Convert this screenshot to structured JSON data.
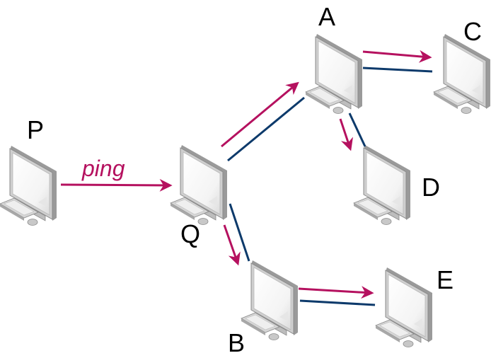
{
  "diagram": {
    "type": "network-ping-propagation",
    "colors": {
      "request": "#b5115f",
      "link": "#0d3a6b",
      "label": "#000000"
    },
    "nodes": [
      {
        "id": "P",
        "label": "P"
      },
      {
        "id": "Q",
        "label": "Q"
      },
      {
        "id": "A",
        "label": "A"
      },
      {
        "id": "B",
        "label": "B"
      },
      {
        "id": "C",
        "label": "C"
      },
      {
        "id": "D",
        "label": "D"
      },
      {
        "id": "E",
        "label": "E"
      }
    ],
    "edges": [
      {
        "from": "P",
        "to": "Q",
        "arrow": true,
        "link": false,
        "label": "ping"
      },
      {
        "from": "Q",
        "to": "A",
        "arrow": true,
        "link": true
      },
      {
        "from": "Q",
        "to": "B",
        "arrow": true,
        "link": true
      },
      {
        "from": "A",
        "to": "C",
        "arrow": true,
        "link": true
      },
      {
        "from": "A",
        "to": "D",
        "arrow": true,
        "link": true
      },
      {
        "from": "B",
        "to": "E",
        "arrow": true,
        "link": true
      }
    ],
    "ping_label": "ping"
  }
}
